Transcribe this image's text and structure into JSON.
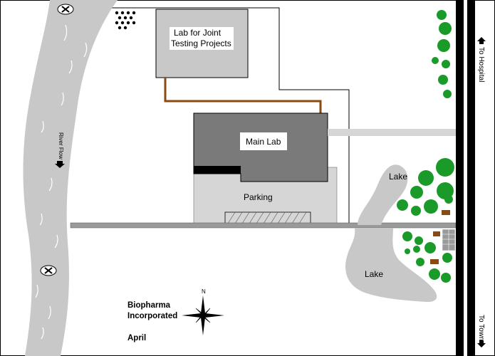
{
  "labels": {
    "joint_lab_line1": "Lab for Joint",
    "joint_lab_line2": "Testing Projects",
    "main_lab": "Main Lab",
    "parking": "Parking",
    "lake_north": "Lake",
    "lake_south": "Lake",
    "river_flow": "River Flow",
    "to_hospital": "To Hospital",
    "to_town": "To Town",
    "company_line1": "Biopharma",
    "company_line2": "Incorporated",
    "month": "April",
    "compass_north": "N"
  },
  "colors": {
    "river": "#c8c8c8",
    "joint_lab": "#c8c8c8",
    "main_lab": "#7a7a7a",
    "parking": "#d6d6d6",
    "lake": "#c8c8c8",
    "road": "#000000",
    "connector": "#8b4a12",
    "tree": "#1a9a28",
    "cabin": "#8b4a12"
  },
  "icons": [
    "road-x-marker-icon",
    "compass-rose-icon",
    "arrow-up-icon",
    "arrow-down-icon",
    "tree-icon",
    "cabin-icon"
  ]
}
